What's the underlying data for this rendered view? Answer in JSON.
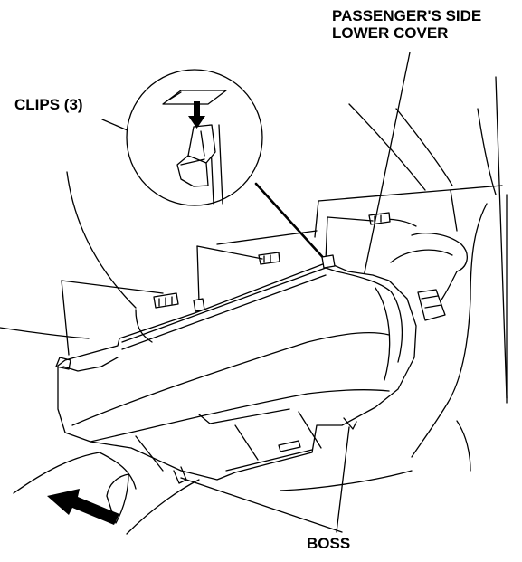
{
  "labels": {
    "cover_line1": "PASSENGER'S SIDE",
    "cover_line2": "LOWER COVER",
    "clips": "CLIPS (3)",
    "boss": "BOSS"
  }
}
